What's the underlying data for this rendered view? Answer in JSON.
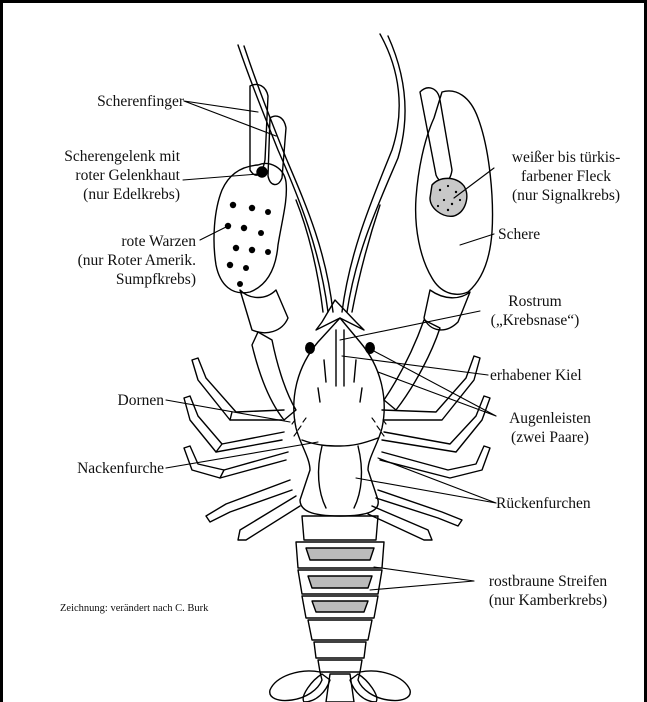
{
  "labels": {
    "scherenfinger": "Scherenfinger",
    "scherengelenk": [
      "Scherengelenk mit",
      "roter Gelenkhaut",
      "(nur Edelkrebs)"
    ],
    "rote_warzen": [
      "rote Warzen",
      "(nur Roter Amerik.",
      "Sumpfkrebs)"
    ],
    "fleck": [
      "weißer bis türkis-",
      "farbener Fleck",
      "(nur Signalkrebs)"
    ],
    "schere": "Schere",
    "rostrum": [
      "Rostrum",
      "(„Krebsnase“)"
    ],
    "kiel": "erhabener Kiel",
    "dornen": "Dornen",
    "augenleisten": [
      "Augenleisten",
      "(zwei Paare)"
    ],
    "nackenfurche": "Nackenfurche",
    "rueckenfurchen": "Rückenfurchen",
    "streifen": [
      "rostbraune Streifen",
      "(nur Kamberkrebs)"
    ]
  },
  "credit": "Zeichnung: verändert nach C. Burk"
}
